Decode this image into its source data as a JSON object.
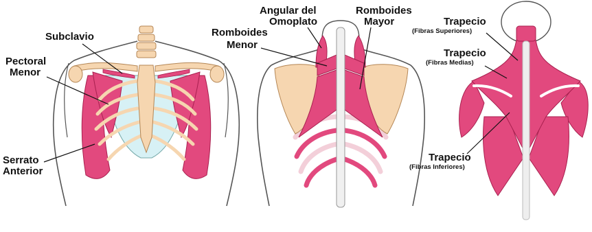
{
  "colors": {
    "muscle": "#e2497e",
    "muscle_dark": "#c23264",
    "bone": "#f6d6b0",
    "bone_dark": "#e6b98a",
    "cartilage": "#d7f1f5",
    "outline": "#555555",
    "spine_light": "#eeeeee"
  },
  "panels": [
    {
      "view": "anterior-chest",
      "labels": {
        "subclavio": "Subclavio",
        "pectoral_1": "Pectoral",
        "pectoral_2": "Menor",
        "serrato_1": "Serrato",
        "serrato_2": "Anterior"
      }
    },
    {
      "view": "posterior-upper-back",
      "labels": {
        "angular_1": "Angular del",
        "angular_2": "Omoplato",
        "rmayor_1": "Romboides",
        "rmayor_2": "Mayor",
        "rmenor_1": "Romboides",
        "rmenor_2": "Menor"
      }
    },
    {
      "view": "posterior-trapezius",
      "labels": {
        "sup_1": "Trapecio",
        "sup_2": "(Fibras Superiores)",
        "med_1": "Trapecio",
        "med_2": "(Fibras Medias)",
        "inf_1": "Trapecio",
        "inf_2": "(Fibras Inferiores)"
      }
    }
  ]
}
